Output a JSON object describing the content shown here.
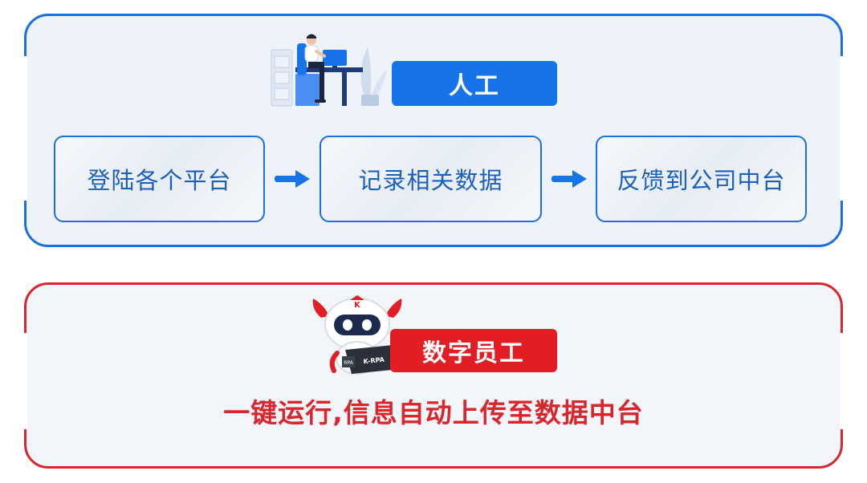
{
  "manual": {
    "label": "人工",
    "steps": [
      "登陆各个平台",
      "记录相关数据",
      "反馈到公司中台"
    ]
  },
  "digital": {
    "label": "数字员工",
    "description": "一键运行,信息自动上传至数据中台",
    "robot_badge": "K",
    "laptop_label": "K-RPA",
    "laptop_label_short": "RPA"
  },
  "colors": {
    "blue": "#1673ea",
    "red": "#e21d24",
    "step_text": "#1c5fbf"
  }
}
